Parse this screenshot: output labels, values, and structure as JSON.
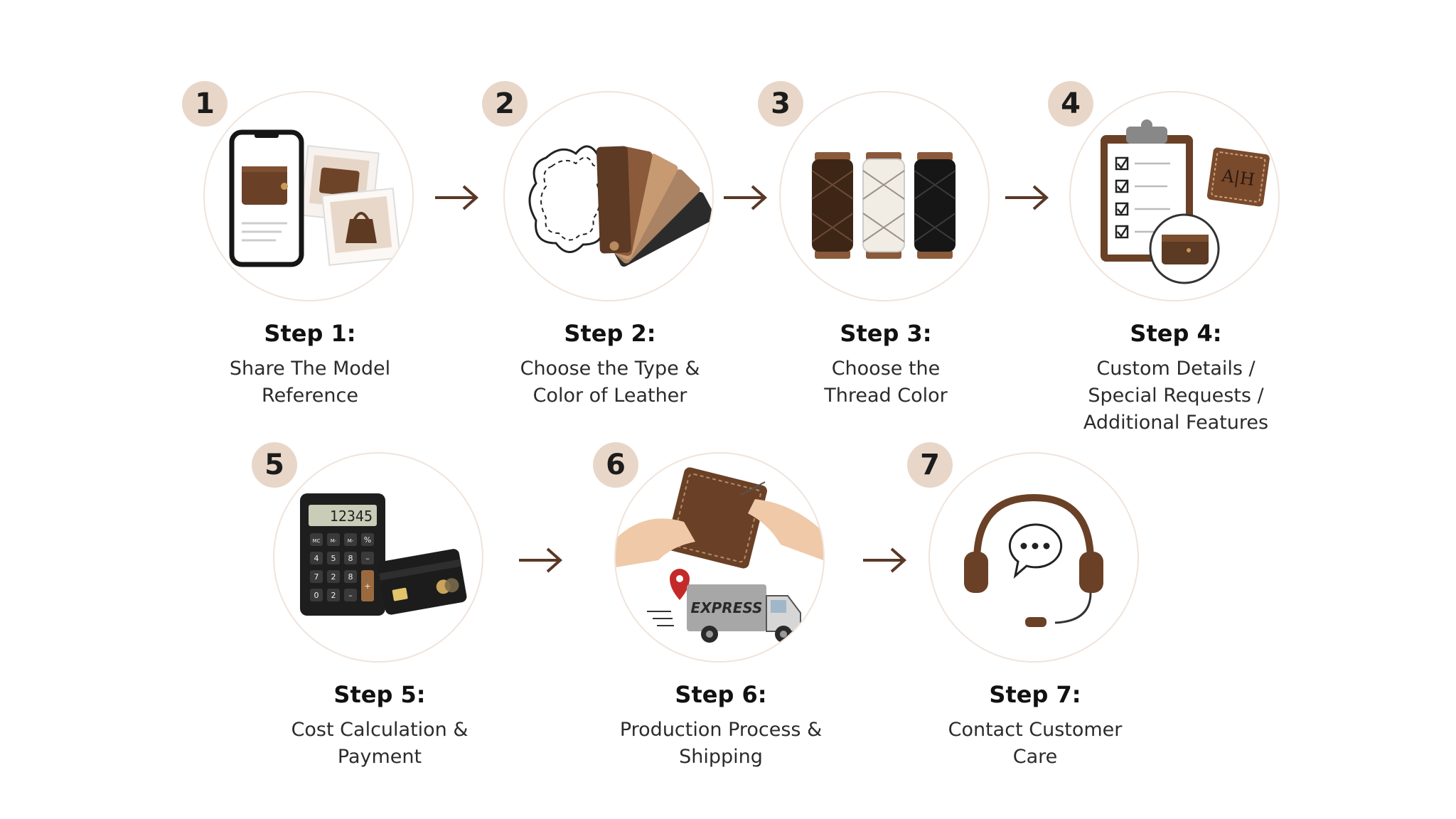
{
  "steps": [
    {
      "number": "1",
      "title": "Step 1:",
      "desc": [
        "Share The Model",
        "Reference"
      ]
    },
    {
      "number": "2",
      "title": "Step 2:",
      "desc": [
        "Choose the Type &",
        "Color of Leather"
      ]
    },
    {
      "number": "3",
      "title": "Step 3:",
      "desc": [
        "Choose the",
        "Thread Color"
      ]
    },
    {
      "number": "4",
      "title": "Step 4:",
      "desc": [
        "Custom Details /",
        "Special Requests /",
        "Additional Features"
      ]
    },
    {
      "number": "5",
      "title": "Step 5:",
      "desc": [
        "Cost Calculation &",
        "Payment"
      ]
    },
    {
      "number": "6",
      "title": "Step 6:",
      "desc": [
        "Production Process &",
        "Shipping"
      ]
    },
    {
      "number": "7",
      "title": "Step 7:",
      "desc": [
        "Contact Customer",
        "Care"
      ]
    }
  ],
  "illustrations": {
    "calculator_display": "12345",
    "calculator_keys": [
      "MC",
      "M-",
      "M-",
      "%",
      "4",
      "5",
      "8",
      "–",
      "7",
      "2",
      "8",
      "+",
      "0",
      "2",
      "–"
    ],
    "truck_label": "EXPRESS",
    "monogram": "A|H"
  },
  "colors": {
    "badge": "#e8d7c8",
    "arrow": "#5a3826",
    "leather_dark": "#5c3a24",
    "leather_mid": "#8a5a3a"
  }
}
